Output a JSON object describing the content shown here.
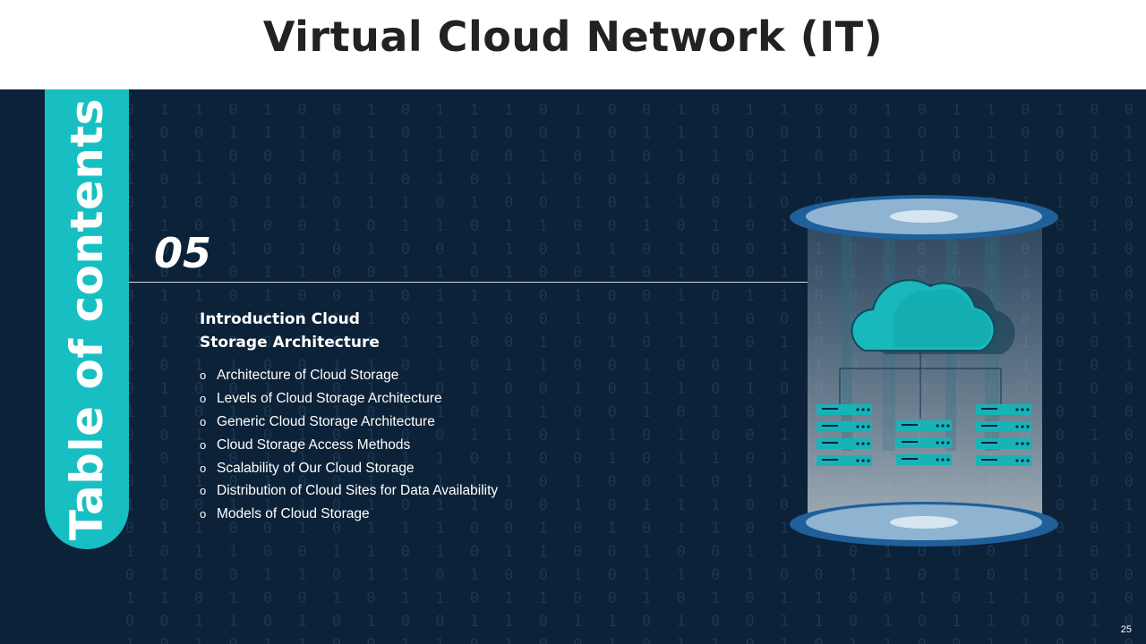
{
  "header": {
    "title": "Virtual Cloud Network (IT)"
  },
  "sidebar": {
    "label": "Table of contents"
  },
  "section": {
    "number": "05",
    "title_line1": "Introduction Cloud",
    "title_line2": "Storage Architecture",
    "items": [
      "Architecture  of Cloud  Storage",
      "Levels of Cloud Storage Architecture",
      "Generic Cloud Storage Architecture",
      "Cloud Storage Access Methods",
      "Scalability of Our Cloud Storage",
      "Distribution of Cloud Sites for Data Availability",
      "Models of Cloud Storage"
    ],
    "bullet": "o"
  },
  "footer": {
    "page_number": "25"
  },
  "icons": {
    "illustration": "cloud-server-cylinder-icon",
    "cloud": "cloud-icon",
    "server": "server-rack-icon"
  },
  "colors": {
    "background": "#0c2238",
    "accent": "#17bfc3",
    "header_bg": "#ffffff",
    "title_text": "#222222"
  }
}
